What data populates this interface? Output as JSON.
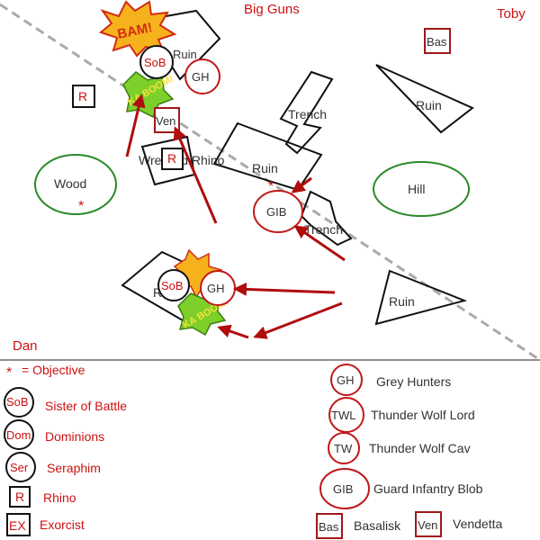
{
  "corners": {
    "top_center": "Big Guns",
    "top_right": "Toby",
    "bottom_left": "Dan"
  },
  "terrain": {
    "ruin_top_left": "Ruin",
    "trench_top": "Trench",
    "ruin_top_right": "Ruin",
    "wrecked_rhino": "Wrecked Rhino",
    "ruin_center": "Ruin",
    "wood": "Wood",
    "hill": "Hill",
    "trench_lower": "Trench",
    "ruin_bottom_right": "Ruin",
    "ruin_bottom_left": "R"
  },
  "units": {
    "bas": "Bas",
    "r_left": "R",
    "sob_top": "SoB",
    "gh_top": "GH",
    "ven": "Ven",
    "r_rhino": "R",
    "gib": "GIB",
    "sob_bottom": "SoB",
    "gh_bottom": "GH"
  },
  "effects": {
    "bam": "BAM!",
    "kaboom_top": "KA BOOM!",
    "kaboom_bottom": "KA BOOM!"
  },
  "legend": {
    "objective_symbol": "*",
    "objective_label": "= Objective",
    "items": [
      {
        "code": "SoB",
        "label": "Sister of Battle"
      },
      {
        "code": "Dom",
        "label": "Dominions"
      },
      {
        "code": "Ser",
        "label": "Seraphim"
      },
      {
        "code": "R",
        "label": "Rhino"
      },
      {
        "code": "EX",
        "label": "Exorcist"
      },
      {
        "code": "GH",
        "label": "Grey Hunters"
      },
      {
        "code": "TWL",
        "label": "Thunder Wolf Lord"
      },
      {
        "code": "TW",
        "label": "Thunder Wolf Cav"
      },
      {
        "code": "GIB",
        "label": "Guard Infantry Blob"
      },
      {
        "code": "Bas",
        "label": "Basalisk"
      },
      {
        "code": "Ven",
        "label": "Vendetta"
      }
    ]
  },
  "colors": {
    "accent": "#cc1111",
    "terrain": "#111111",
    "area": "#2a8a2a",
    "deployment": "#aaaaaa"
  }
}
